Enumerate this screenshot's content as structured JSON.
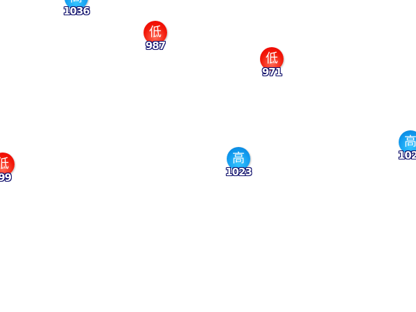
{
  "colors": {
    "low": "#f21a0a",
    "high": "#1099ee",
    "label_outline": "#0c0c6a"
  },
  "markers": [
    {
      "type": "high",
      "symbol": "高",
      "value": "1036"
    },
    {
      "type": "low",
      "symbol": "低",
      "value": "987"
    },
    {
      "type": "low",
      "symbol": "低",
      "value": "971"
    },
    {
      "type": "low",
      "symbol": "低",
      "value": "99"
    },
    {
      "type": "high",
      "symbol": "高",
      "value": "1023"
    },
    {
      "type": "high",
      "symbol": "高",
      "value": "102"
    }
  ]
}
